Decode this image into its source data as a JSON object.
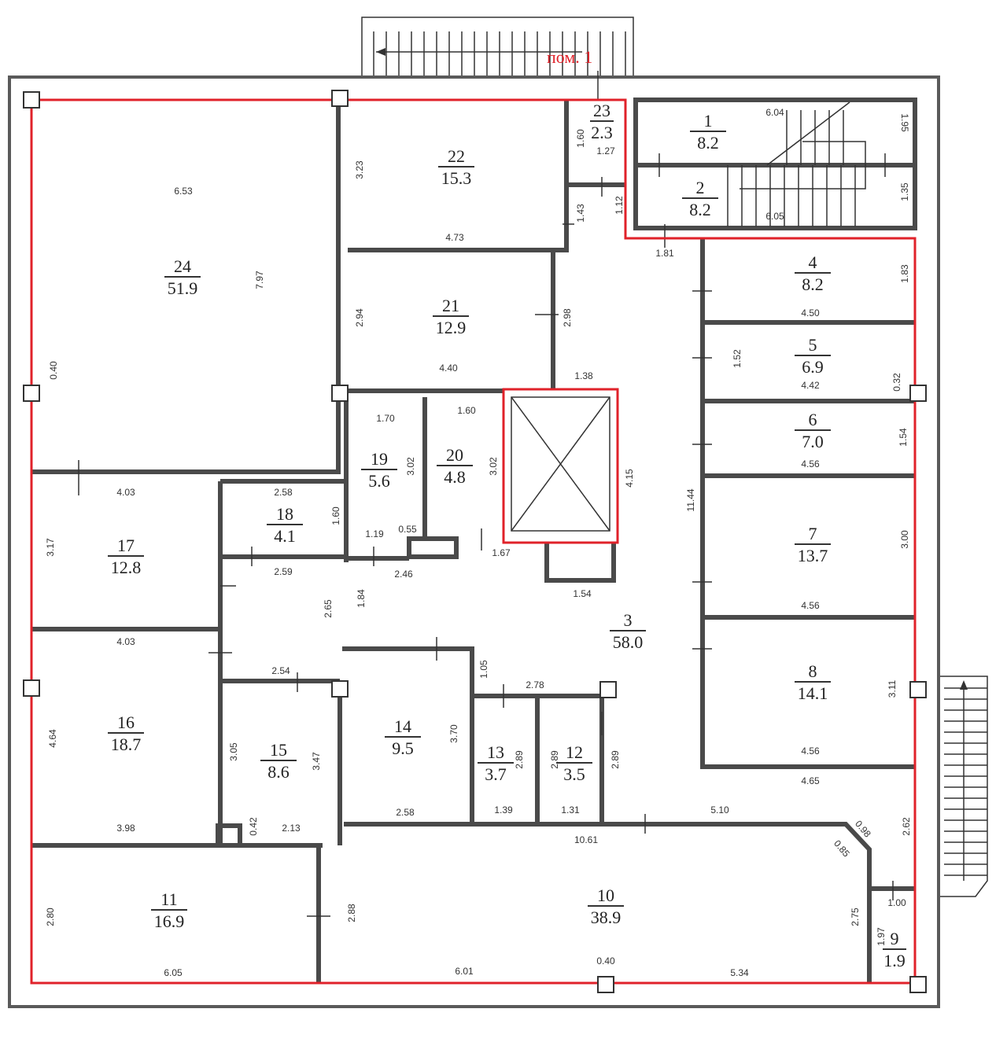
{
  "plan": {
    "premise_label": "пом. 1",
    "accent_color": "#e0222a",
    "rooms": [
      {
        "number": "1",
        "area": "8.2"
      },
      {
        "number": "2",
        "area": "8.2"
      },
      {
        "number": "3",
        "area": "58.0"
      },
      {
        "number": "4",
        "area": "8.2"
      },
      {
        "number": "5",
        "area": "6.9"
      },
      {
        "number": "6",
        "area": "7.0"
      },
      {
        "number": "7",
        "area": "13.7"
      },
      {
        "number": "8",
        "area": "14.1"
      },
      {
        "number": "9",
        "area": "1.9"
      },
      {
        "number": "10",
        "area": "38.9"
      },
      {
        "number": "11",
        "area": "16.9"
      },
      {
        "number": "12",
        "area": "3.5"
      },
      {
        "number": "13",
        "area": "3.7"
      },
      {
        "number": "14",
        "area": "9.5"
      },
      {
        "number": "15",
        "area": "8.6"
      },
      {
        "number": "16",
        "area": "18.7"
      },
      {
        "number": "17",
        "area": "12.8"
      },
      {
        "number": "18",
        "area": "4.1"
      },
      {
        "number": "19",
        "area": "5.6"
      },
      {
        "number": "20",
        "area": "4.8"
      },
      {
        "number": "21",
        "area": "12.9"
      },
      {
        "number": "22",
        "area": "15.3"
      },
      {
        "number": "23",
        "area": "2.3"
      },
      {
        "number": "24",
        "area": "51.9"
      }
    ],
    "dimensions": [
      "6.53",
      "7.97",
      "0.40",
      "3.23",
      "4.73",
      "1.60",
      "1.27",
      "1.43",
      "1.12",
      "6.04",
      "1.95",
      "6.05",
      "1.35",
      "1.81",
      "2.94",
      "2.98",
      "4.40",
      "1.38",
      "4.50",
      "1.83",
      "1.52",
      "4.42",
      "0.32",
      "1.70",
      "1.60",
      "3.02",
      "3.02",
      "4.15",
      "1.54",
      "4.56",
      "11.44",
      "4.03",
      "2.58",
      "1.60",
      "1.19",
      "0.55",
      "1.67",
      "3.17",
      "2.59",
      "2.46",
      "1.54",
      "3.00",
      "1.84",
      "2.65",
      "4.56",
      "4.03",
      "1.05",
      "2.78",
      "2.54",
      "3.11",
      "4.64",
      "3.05",
      "3.47",
      "3.70",
      "2.89",
      "2.89",
      "2.89",
      "4.56",
      "4.65",
      "2.58",
      "1.39",
      "1.31",
      "5.10",
      "0.42",
      "2.13",
      "3.98",
      "10.61",
      "0.98",
      "0.85",
      "2.62",
      "1.00",
      "2.80",
      "2.88",
      "2.75",
      "1.97",
      "6.05",
      "6.01",
      "0.40",
      "5.34"
    ]
  }
}
